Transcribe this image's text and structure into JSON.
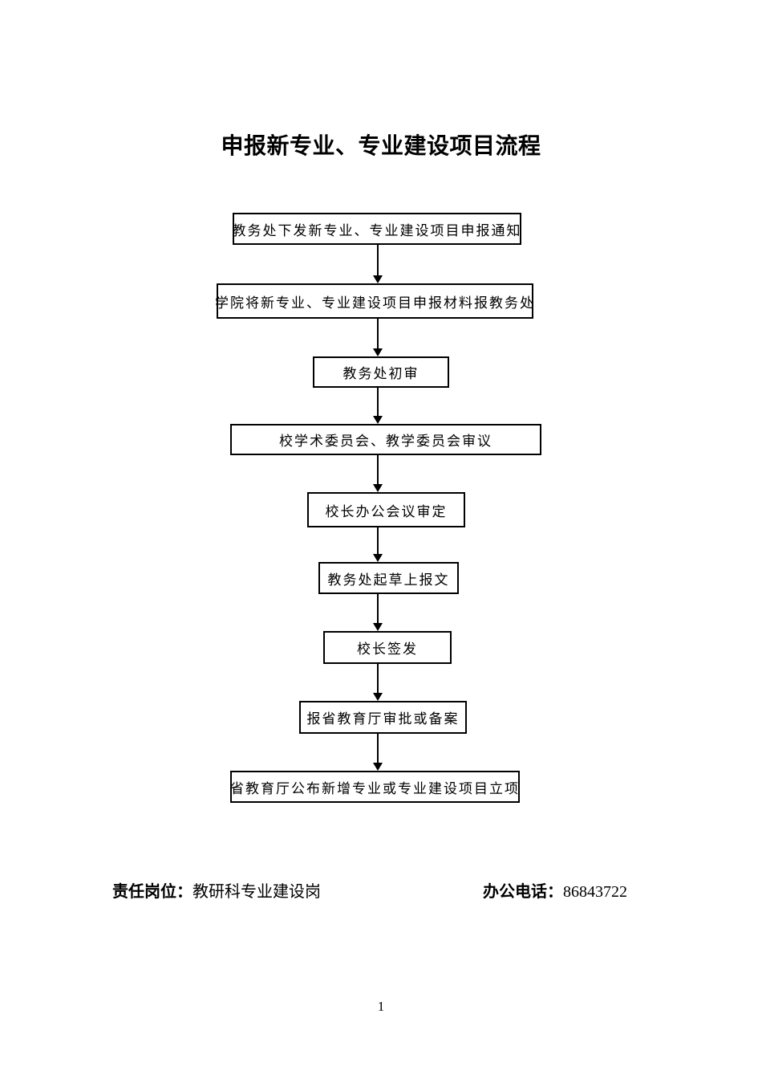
{
  "page": {
    "title": "申报新专业、专业建设项目流程",
    "page_number": "1"
  },
  "flowchart": {
    "steps": [
      {
        "label": "教务处下发新专业、专业建设项目申报通知"
      },
      {
        "label": "学院将新专业、专业建设项目申报材料报教务处"
      },
      {
        "label": "教务处初审"
      },
      {
        "label": "校学术委员会、教学委员会审议"
      },
      {
        "label": "校长办公会议审定"
      },
      {
        "label": "教务处起草上报文"
      },
      {
        "label": "校长签发"
      },
      {
        "label": "报省教育厅审批或备案"
      },
      {
        "label": "省教育厅公布新增专业或专业建设项目立项"
      }
    ]
  },
  "footer": {
    "responsibility_label": "责任岗位：",
    "responsibility_value": "教研科专业建设岗",
    "phone_label": "办公电话：",
    "phone_value": "86843722"
  },
  "colors": {
    "ink": "#000000",
    "background": "#ffffff"
  }
}
